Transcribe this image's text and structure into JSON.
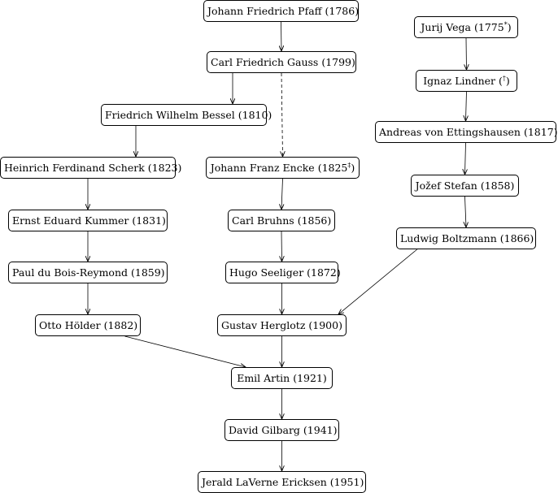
{
  "nodes": {
    "pfaff": {
      "name": "Johann Friedrich Pfaff",
      "year": "(1786)"
    },
    "gauss": {
      "name": "Carl Friedrich Gauss",
      "year": "(1799)"
    },
    "bessel": {
      "name": "Friedrich Wilhelm Bessel",
      "year": "(1810)"
    },
    "scherk": {
      "name": "Heinrich Ferdinand Scherk",
      "year": "(1823)"
    },
    "encke": {
      "name": "Johann Franz Encke",
      "year_open": "(1825",
      "year_mark": "‡",
      "year_close": ")"
    },
    "kummer": {
      "name": "Ernst Eduard Kummer",
      "year": "(1831)"
    },
    "bruhns": {
      "name": "Carl Bruhns",
      "year": "(1856)"
    },
    "dubois": {
      "name": "Paul du Bois-Reymond",
      "year": "(1859)"
    },
    "seeliger": {
      "name": "Hugo Seeliger",
      "year": "(1872)"
    },
    "holder": {
      "name": "Otto Hölder",
      "year": "(1882)"
    },
    "herglotz": {
      "name": "Gustav Herglotz",
      "year": "(1900)"
    },
    "artin": {
      "name": "Emil Artin",
      "year": "(1921)"
    },
    "gilbarg": {
      "name": "David Gilbarg",
      "year": "(1941)"
    },
    "ericksen": {
      "name": "Jerald LaVerne Ericksen",
      "year": "(1951)"
    },
    "vega": {
      "name": "Jurij Vega",
      "year_open": "(1775",
      "year_mark": "*",
      "year_close": ")"
    },
    "lindner": {
      "name": "Ignaz Lindner",
      "year_open": "(",
      "year_mark": "†",
      "year_close": ")"
    },
    "ettingshausen": {
      "name": "Andreas von Ettingshausen",
      "year": "(1817)"
    },
    "stefan": {
      "name": "Jožef Stefan",
      "year": "(1858)"
    },
    "boltzmann": {
      "name": "Ludwig Boltzmann",
      "year": "(1866)"
    }
  },
  "edges": [
    {
      "from": "pfaff",
      "to": "gauss",
      "style": "solid"
    },
    {
      "from": "gauss",
      "to": "bessel",
      "style": "solid"
    },
    {
      "from": "gauss",
      "to": "encke",
      "style": "dashed"
    },
    {
      "from": "bessel",
      "to": "scherk",
      "style": "solid"
    },
    {
      "from": "scherk",
      "to": "kummer",
      "style": "solid"
    },
    {
      "from": "kummer",
      "to": "dubois",
      "style": "solid"
    },
    {
      "from": "dubois",
      "to": "holder",
      "style": "solid"
    },
    {
      "from": "holder",
      "to": "artin",
      "style": "solid"
    },
    {
      "from": "encke",
      "to": "bruhns",
      "style": "solid"
    },
    {
      "from": "bruhns",
      "to": "seeliger",
      "style": "solid"
    },
    {
      "from": "seeliger",
      "to": "herglotz",
      "style": "solid"
    },
    {
      "from": "herglotz",
      "to": "artin",
      "style": "solid"
    },
    {
      "from": "artin",
      "to": "gilbarg",
      "style": "solid"
    },
    {
      "from": "gilbarg",
      "to": "ericksen",
      "style": "solid"
    },
    {
      "from": "vega",
      "to": "lindner",
      "style": "solid"
    },
    {
      "from": "lindner",
      "to": "ettingshausen",
      "style": "solid"
    },
    {
      "from": "ettingshausen",
      "to": "stefan",
      "style": "solid"
    },
    {
      "from": "stefan",
      "to": "boltzmann",
      "style": "solid"
    },
    {
      "from": "boltzmann",
      "to": "herglotz",
      "style": "solid"
    }
  ]
}
